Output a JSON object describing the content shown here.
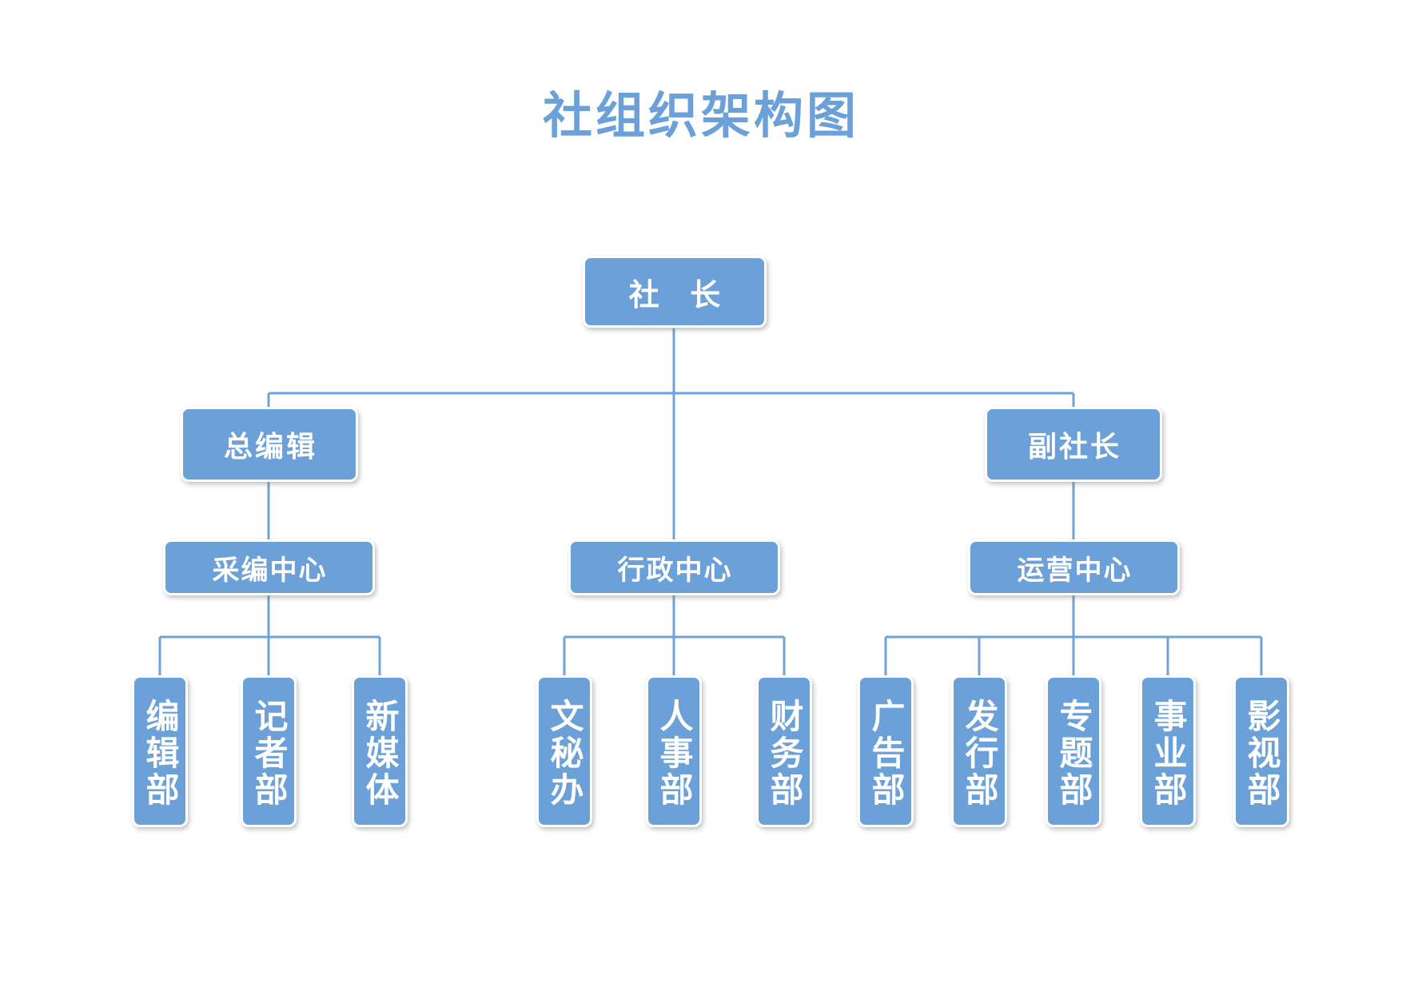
{
  "title": "社组织架构图",
  "theme": {
    "node_fill": "#6CA0D8",
    "node_border": "#FFFFFF",
    "node_text": "#FFFFFF",
    "title_color": "#6CA0D8",
    "connector_color": "#6EA3DA",
    "background": "#FFFFFF"
  },
  "chart_data": {
    "type": "diagram",
    "diagram_type": "org-chart",
    "title": "社组织架构图",
    "orientation": "top-down",
    "levels": 4,
    "nodes": [
      {
        "id": "n0",
        "label": "社 长",
        "level": 1,
        "parent": null
      },
      {
        "id": "n1",
        "label": "总编辑",
        "level": 2,
        "parent": "n0"
      },
      {
        "id": "n2",
        "label": "副社长",
        "level": 2,
        "parent": "n0"
      },
      {
        "id": "n3",
        "label": "采编中心",
        "level": 3,
        "parent": "n1"
      },
      {
        "id": "n4",
        "label": "行政中心",
        "level": 3,
        "parent": "n0"
      },
      {
        "id": "n5",
        "label": "运营中心",
        "level": 3,
        "parent": "n2"
      },
      {
        "id": "n6",
        "label": "编辑部",
        "level": 4,
        "parent": "n3"
      },
      {
        "id": "n7",
        "label": "记者部",
        "level": 4,
        "parent": "n3"
      },
      {
        "id": "n8",
        "label": "新媒体",
        "level": 4,
        "parent": "n3"
      },
      {
        "id": "n9",
        "label": "文秘办",
        "level": 4,
        "parent": "n4"
      },
      {
        "id": "n10",
        "label": "人事部",
        "level": 4,
        "parent": "n4"
      },
      {
        "id": "n11",
        "label": "财务部",
        "level": 4,
        "parent": "n4"
      },
      {
        "id": "n12",
        "label": "广告部",
        "level": 4,
        "parent": "n5"
      },
      {
        "id": "n13",
        "label": "发行部",
        "level": 4,
        "parent": "n5"
      },
      {
        "id": "n14",
        "label": "专题部",
        "level": 4,
        "parent": "n5"
      },
      {
        "id": "n15",
        "label": "事业部",
        "level": 4,
        "parent": "n5"
      },
      {
        "id": "n16",
        "label": "影视部",
        "level": 4,
        "parent": "n5"
      }
    ]
  },
  "root": {
    "label": "社 长"
  },
  "level2": {
    "left": {
      "label": "总编辑"
    },
    "right": {
      "label": "副社长"
    }
  },
  "level3": {
    "editorial": {
      "label": "采编中心"
    },
    "administrative": {
      "label": "行政中心"
    },
    "operations": {
      "label": "运营中心"
    }
  },
  "leaves": {
    "editorial": [
      {
        "label": "编辑部"
      },
      {
        "label": "记者部"
      },
      {
        "label": "新媒体"
      }
    ],
    "administrative": [
      {
        "label": "文秘办"
      },
      {
        "label": "人事部"
      },
      {
        "label": "财务部"
      }
    ],
    "operations": [
      {
        "label": "广告部"
      },
      {
        "label": "发行部"
      },
      {
        "label": "专题部"
      },
      {
        "label": "事业部"
      },
      {
        "label": "影视部"
      }
    ]
  }
}
